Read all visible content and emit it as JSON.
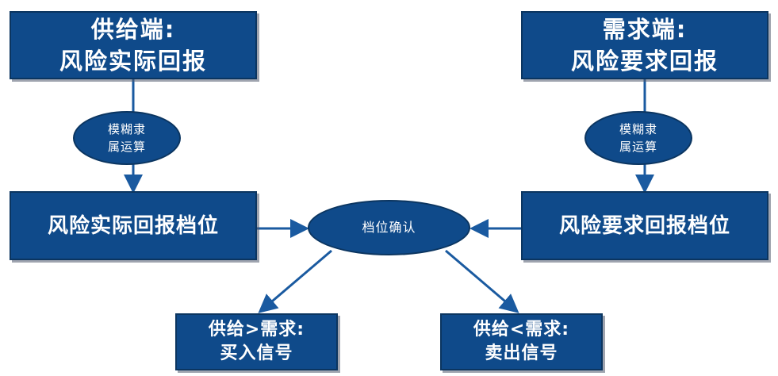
{
  "diagram": {
    "supply_top": {
      "line1": "供给端:",
      "line2": "风险实际回报"
    },
    "demand_top": {
      "line1": "需求端:",
      "line2": "风险要求回报"
    },
    "fuzzy_left": {
      "line1": "模糊隶",
      "line2": "属运算"
    },
    "fuzzy_right": {
      "line1": "模糊隶",
      "line2": "属运算"
    },
    "supply_gear": "风险实际回报档位",
    "demand_gear": "风险要求回报档位",
    "confirm": "档位确认",
    "buy": {
      "line1": "供给>需求:",
      "line2": "买入信号"
    },
    "sell": {
      "line1": "供给<需求:",
      "line2": "卖出信号"
    }
  },
  "colors": {
    "node_fill": "#0f4a8a",
    "node_border": "#0b3560",
    "arrow": "#1a5aa0",
    "text": "#ffffff"
  }
}
